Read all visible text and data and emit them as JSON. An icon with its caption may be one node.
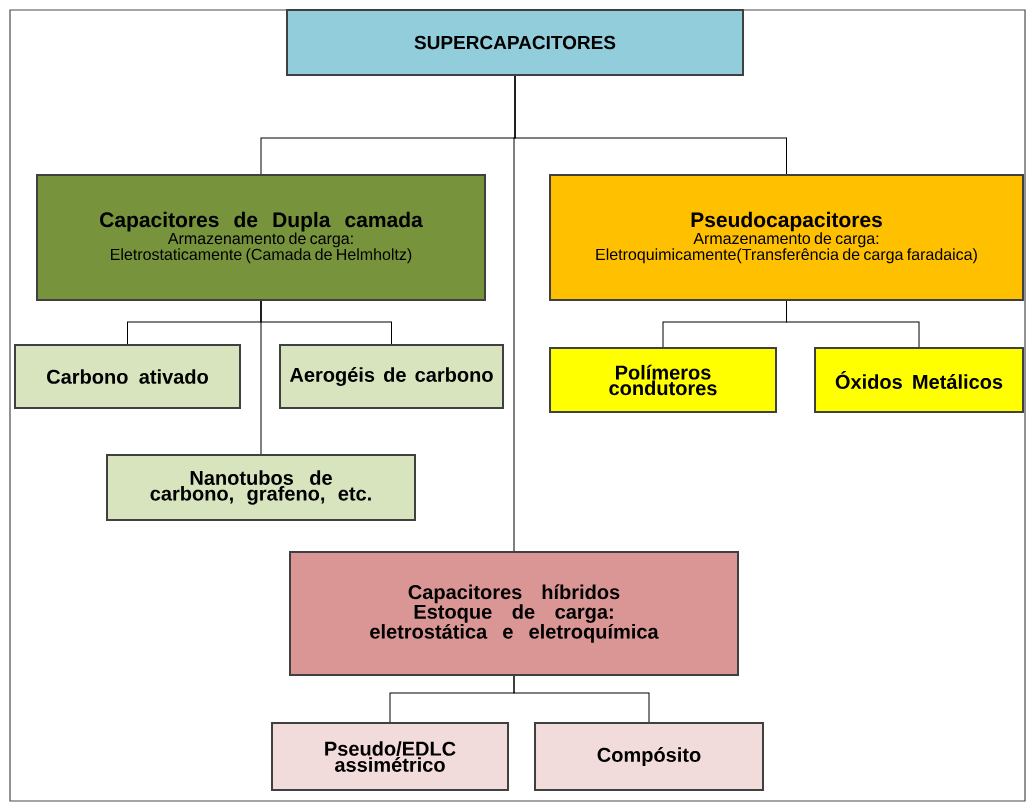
{
  "diagram": {
    "nodes": [
      {
        "text": [
          "SUPERCAPACITORES"
        ]
      },
      {
        "text": [
          "Capacitores de Dupla camada",
          "Armazenamento de carga: Eletrostaticamente (Camada de Helmholtz)"
        ]
      },
      {
        "text": [
          "Pseudocapacitores",
          "Armazenamento de carga: Eletroquimicamente(Transferência de carga faradaica)"
        ]
      },
      {
        "text": [
          "Carbono ativado"
        ]
      },
      {
        "text": [
          "Aerogéis de carbono"
        ]
      },
      {
        "text": [
          "Nanotubos de carbono, grafeno, etc."
        ]
      },
      {
        "text": [
          "Polímeros condutores"
        ]
      },
      {
        "text": [
          "Óxidos Metálicos"
        ]
      },
      {
        "text": [
          "Capacitores híbridos",
          "Estoque de carga: eletrostática e eletroquímica"
        ]
      },
      {
        "text": [
          "Pseudo/EDLC assimétrico"
        ]
      },
      {
        "text": [
          "Compósito"
        ]
      }
    ],
    "edges": [
      {
        "from": 0,
        "to": 1,
        "arrow": "none"
      },
      {
        "from": 0,
        "to": 2,
        "arrow": "none"
      },
      {
        "from": 0,
        "to": 8,
        "arrow": "none"
      },
      {
        "from": 1,
        "to": 3,
        "arrow": "none"
      },
      {
        "from": 1,
        "to": 4,
        "arrow": "none"
      },
      {
        "from": 1,
        "to": 5,
        "arrow": "none"
      },
      {
        "from": 2,
        "to": 6,
        "arrow": "none"
      },
      {
        "from": 2,
        "to": 7,
        "arrow": "none"
      },
      {
        "from": 8,
        "to": 9,
        "arrow": "none"
      },
      {
        "from": 8,
        "to": 10,
        "arrow": "none"
      }
    ]
  }
}
